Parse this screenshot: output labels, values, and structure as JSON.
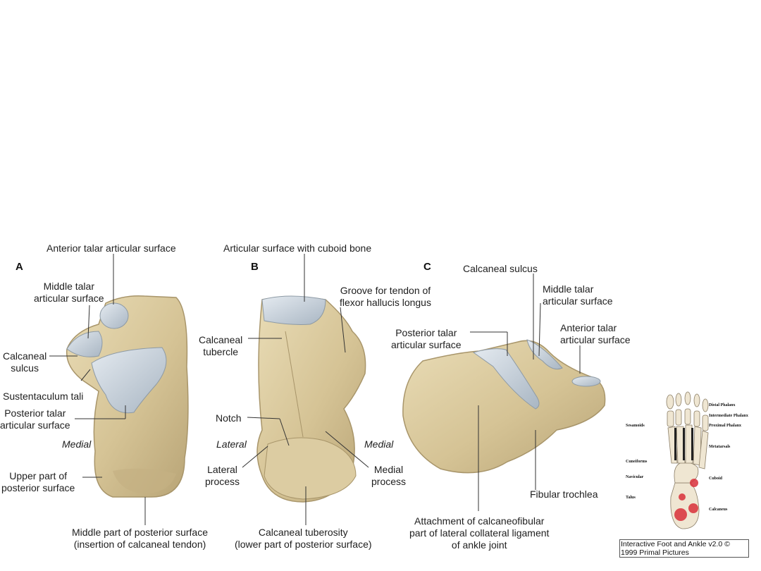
{
  "panels": {
    "a": "A",
    "b": "B",
    "c": "C"
  },
  "panel_a": {
    "anterior_talar": "Anterior talar articular surface",
    "middle_talar": "Middle talar\narticular surface",
    "calcaneal_sulcus": "Calcaneal\nsulcus",
    "sustentaculum": "Sustentaculum tali",
    "posterior_talar": "Posterior talar\narticular surface",
    "medial": "Medial",
    "upper_posterior": "Upper part of\nposterior surface",
    "middle_posterior": "Middle part of posterior surface\n(insertion of calcaneal tendon)"
  },
  "panel_b": {
    "cuboid": "Articular surface with cuboid bone",
    "groove": "Groove for tendon of\nflexor hallucis longus",
    "tubercle": "Calcaneal\ntubercle",
    "notch": "Notch",
    "lateral": "Lateral",
    "medial": "Medial",
    "lateral_process": "Lateral\nprocess",
    "medial_process": "Medial\nprocess",
    "tuberosity": "Calcaneal tuberosity\n(lower part of posterior surface)"
  },
  "panel_c": {
    "sulcus": "Calcaneal sulcus",
    "middle_talar": "Middle talar\narticular surface",
    "posterior_talar": "Posterior talar\narticular surface",
    "anterior_talar": "Anterior talar\narticular surface",
    "fibular_trochlea": "Fibular trochlea",
    "attachment": "Attachment of calcaneofibular\npart of lateral collateral ligament\nof ankle joint"
  },
  "inset": {
    "distal": "Distal Phalanx",
    "intermediate": "Intermediate Phalanx",
    "proximal": "Proximal Phalanx",
    "sesamoids": "Sesamoids",
    "metatarsals": "Metatarsals",
    "cuneiforms": "Cuneiforms",
    "navicular": "Navicular",
    "cuboid": "Cuboid",
    "talus": "Talus",
    "calcaneus": "Calcaneus",
    "credit": "Interactive Foot and Ankle v2.0 © 1999 Primal Pictures"
  },
  "colors": {
    "bone": "#d8c9a0",
    "cartilage": "#c9d3dc",
    "highlight": "#d9303a"
  }
}
